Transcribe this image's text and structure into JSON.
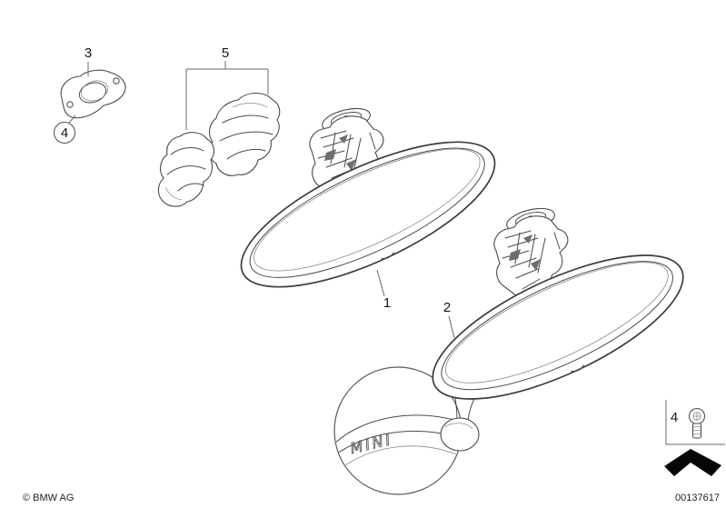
{
  "colors": {
    "bg": "#ffffff",
    "line": "#4a4a4a",
    "label": "#141414"
  },
  "diagram": {
    "copyright": "© BMW AG",
    "doc_number": "00137617",
    "brand_text": "MINI"
  },
  "callouts": {
    "item1": "1",
    "item2": "2",
    "item3": "3",
    "item4": "4",
    "item5": "5",
    "item4_legend": "4"
  }
}
